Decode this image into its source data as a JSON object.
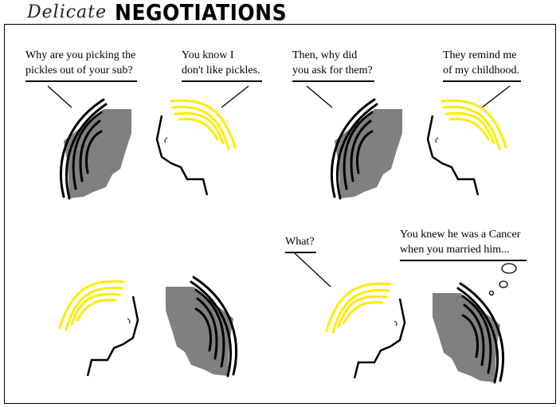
{
  "title": {
    "script": "Delicate",
    "bold": "NEGOTIATIONS"
  },
  "colors": {
    "hair_dark": "#000000",
    "head_dark": "#808080",
    "hair_blonde": "#ffeb00"
  },
  "panels": [
    {
      "lines": [
        "Why are you picking the",
        "pickles out of your sub?"
      ]
    },
    {
      "lines": [
        "You know I",
        "don't like pickles."
      ]
    },
    {
      "lines": [
        "Then, why did",
        "you ask for them?"
      ]
    },
    {
      "lines": [
        "They remind me",
        "of my childhood."
      ]
    },
    {
      "lines": [
        "What?"
      ]
    },
    {
      "lines": [
        "You knew he was a Cancer",
        "when you married him..."
      ]
    }
  ]
}
